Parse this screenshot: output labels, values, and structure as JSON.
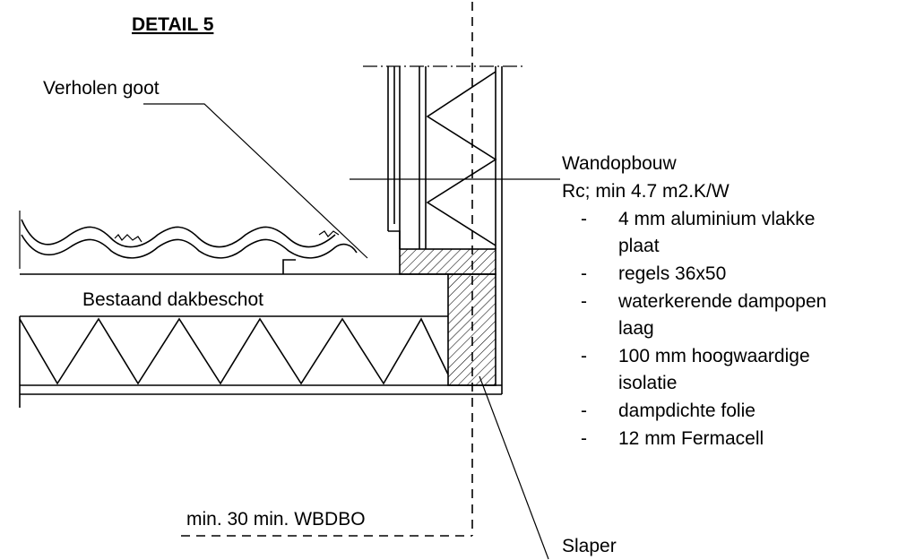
{
  "title": "DETAIL 5",
  "labels": {
    "gutter": "Verholen goot",
    "roof_deck": "Bestaand dakbeschot",
    "fire_rating": "min. 30 min. WBDBO",
    "sleeper": "Slaper"
  },
  "wall_buildup": {
    "heading": "Wandopbouw",
    "rc": "Rc; min 4.7 m2.K/W",
    "layers": [
      {
        "bullet": "-",
        "lines": [
          "4 mm aluminium vlakke",
          "plaat"
        ]
      },
      {
        "bullet": "-",
        "lines": [
          "regels 36x50"
        ]
      },
      {
        "bullet": "-",
        "lines": [
          "waterkerende dampopen",
          "laag"
        ]
      },
      {
        "bullet": "-",
        "lines": [
          "100 mm hoogwaardige",
          "isolatie"
        ]
      },
      {
        "bullet": "-",
        "lines": [
          "dampdichte folie"
        ]
      },
      {
        "bullet": "-",
        "lines": [
          "12 mm Fermacell"
        ]
      }
    ]
  },
  "colors": {
    "line": "#000000",
    "background": "#ffffff"
  }
}
